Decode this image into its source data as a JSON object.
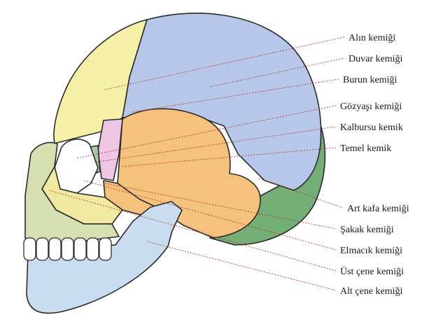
{
  "colors": {
    "frontal": "#f6f0a6",
    "parietal": "#b7c7ea",
    "nasal": "#ecc6e3",
    "lacrimal": "#e9b18a",
    "ethmoid": "#a7c9a5",
    "sphenoid": "#f5c27d",
    "occipital": "#73ae76",
    "temporal": "#f5c27d",
    "zygomatic": "#f2e9a0",
    "maxilla": "#d6dfb0",
    "mandible": "#c9dcf0",
    "teeth": "#ffffff",
    "leader": "#c0392b",
    "label": "#1a1a1a"
  },
  "labels": [
    {
      "id": "frontal",
      "text": "Alın kemiği"
    },
    {
      "id": "parietal",
      "text": "Duvar kemiği"
    },
    {
      "id": "nasal",
      "text": "Burun kemiği"
    },
    {
      "id": "lacrimal",
      "text": "Gözyaşı kemiği"
    },
    {
      "id": "ethmoid",
      "text": "Kalbursu kemik"
    },
    {
      "id": "sphenoid",
      "text": "Temel kemik"
    },
    {
      "id": "occipital",
      "text": "Art kafa kemiği"
    },
    {
      "id": "temporal",
      "text": "Şakak kemiği"
    },
    {
      "id": "zygomatic",
      "text": "Elmacık kemiği"
    },
    {
      "id": "maxilla",
      "text": "Üst çene kemiği"
    },
    {
      "id": "mandible",
      "text": "Alt çene kemiği"
    }
  ]
}
